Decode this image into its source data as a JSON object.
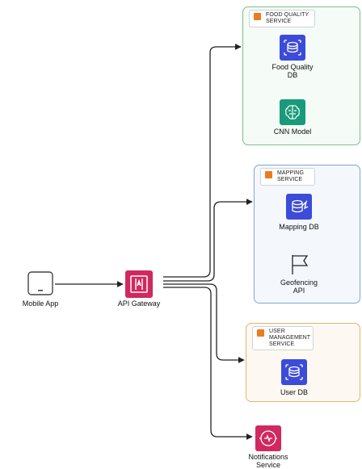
{
  "nodes": {
    "mobile_app": "Mobile App",
    "api_gateway": "API Gateway",
    "notifications": "Notifications\nService"
  },
  "groups": {
    "food_quality": {
      "title": "FOOD QUALITY\nSERVICE",
      "color": "#7cc08c",
      "items": [
        "Food Quality\nDB",
        "CNN Model"
      ]
    },
    "mapping": {
      "title": "MAPPING\nSERVICE",
      "color": "#7ea6d8",
      "items": [
        "Mapping DB",
        "Geofencing\nAPI"
      ]
    },
    "user_management": {
      "title": "USER\nMANAGEMENT\nSERVICE",
      "color": "#e6b46c",
      "items": [
        "User DB"
      ]
    }
  },
  "colors": {
    "database": "#3c4bd8",
    "ml_model": "#1a9a7a",
    "gateway": "#d1285f",
    "notifications": "#d1285f",
    "badge": "#ec7b1f"
  },
  "icons": {
    "mobile_app": "mobile-device-icon",
    "api_gateway": "api-gateway-icon",
    "database": "database-icon",
    "ml_model": "brain-icon",
    "geofencing": "flag-icon",
    "notifications": "notification-icon"
  }
}
